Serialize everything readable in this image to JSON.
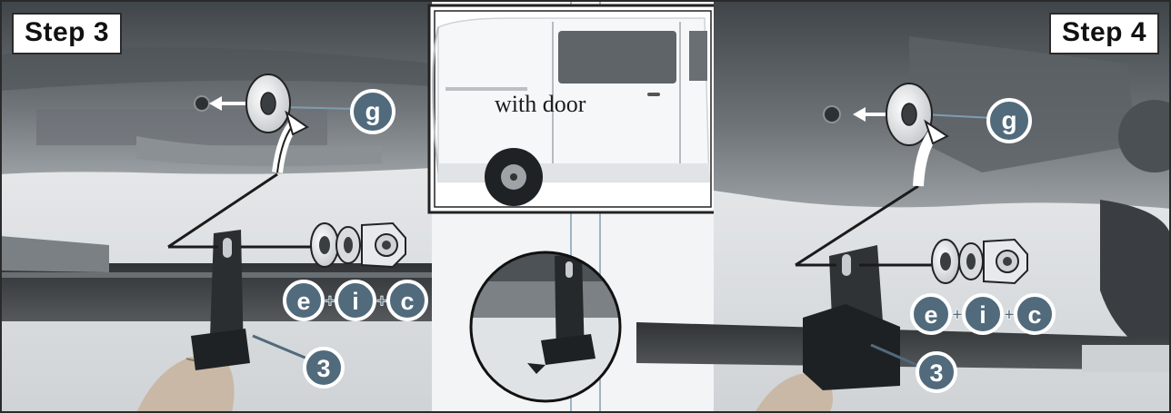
{
  "step_left": {
    "label": "Step 3"
  },
  "step_right": {
    "label": "Step 4"
  },
  "inset": {
    "caption": "with door"
  },
  "parts": {
    "washer_callout": "g",
    "hardware": [
      "e",
      "i",
      "c"
    ],
    "joiner": "+",
    "bracket_callout": "3"
  },
  "colors": {
    "callout_fill": "#516a7c",
    "callout_ring": "#ffffff",
    "frame_border": "#2a2a2a",
    "photo_dark": "#5a5f63",
    "sky": "#e9edf0"
  }
}
